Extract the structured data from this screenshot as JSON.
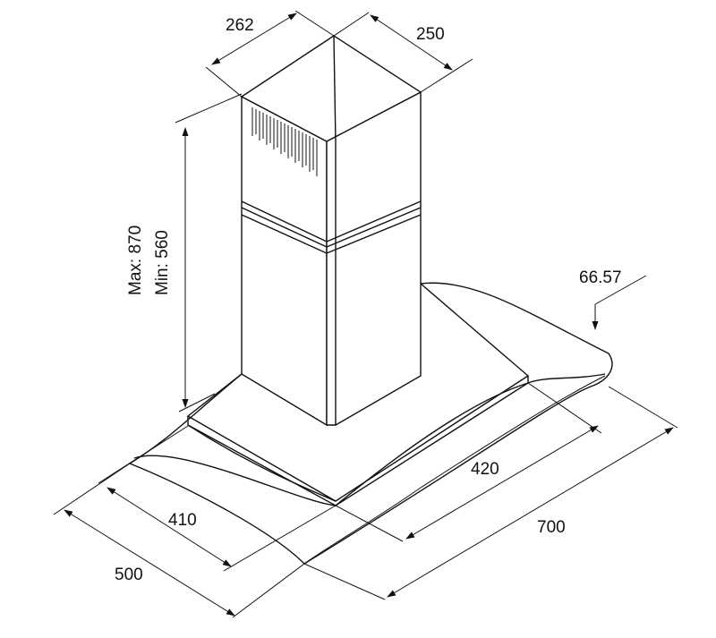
{
  "dimensions": {
    "chimney_width": "262",
    "chimney_depth": "250",
    "height_max": "Max: 870",
    "height_min": "Min: 560",
    "glass_thickness": "66.57",
    "body_depth": "420",
    "body_width": "410",
    "total_depth": "700",
    "total_width": "500"
  },
  "colors": {
    "line": "#111111",
    "background": "#ffffff"
  }
}
